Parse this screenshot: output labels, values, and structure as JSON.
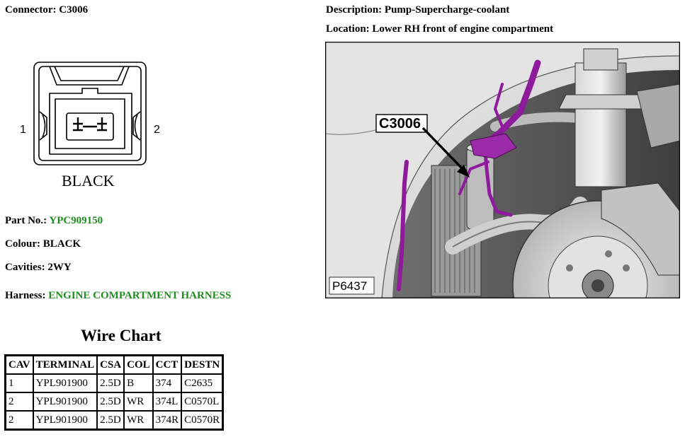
{
  "connector": {
    "label": "Connector:",
    "value": "C3006"
  },
  "description": {
    "label": "Description:",
    "value": "Pump-Supercharge-coolant"
  },
  "location": {
    "label": "Location:",
    "value": "Lower RH front of engine compartment"
  },
  "diagram": {
    "pin_left": "1",
    "pin_right": "2",
    "colour_caption": "BLACK"
  },
  "part_no": {
    "label": "Part No.:",
    "value": "YPC909150"
  },
  "colour": {
    "label": "Colour:",
    "value": "BLACK"
  },
  "cavities": {
    "label": "Cavities:",
    "value": "2WY"
  },
  "harness": {
    "label": "Harness:",
    "value": "ENGINE COMPARTMENT HARNESS"
  },
  "wire_chart": {
    "title": "Wire Chart",
    "headers": [
      "CAV",
      "TERMINAL",
      "CSA",
      "COL",
      "CCT",
      "DESTN"
    ],
    "rows": [
      [
        "1",
        "YPL901900",
        "2.5D",
        "B",
        "374",
        "C2635"
      ],
      [
        "2",
        "YPL901900",
        "2.5D",
        "WR",
        "374L",
        "C0570L"
      ],
      [
        "2",
        "YPL901900",
        "2.5D",
        "WR",
        "374R",
        "C0570R"
      ]
    ]
  },
  "photo": {
    "callout": "C3006",
    "figure_id": "P6437"
  },
  "colors": {
    "green": "#1e8c1e",
    "harness_purple": "#8e1b9c"
  }
}
